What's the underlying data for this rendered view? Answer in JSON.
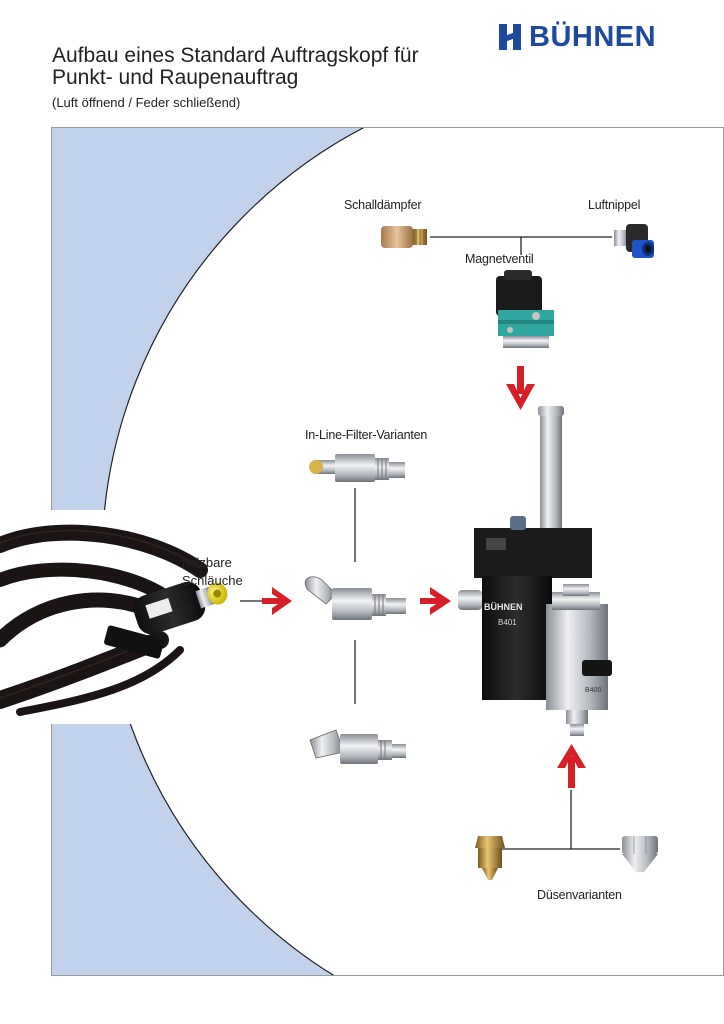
{
  "brand": {
    "name": "BÜHNEN"
  },
  "header": {
    "title_line1": "Aufbau eines Standard Auftragskopf für",
    "title_line2": "Punkt- und Raupenauftrag",
    "subtitle": "(Luft öffnend / Feder schließend)"
  },
  "labels": {
    "schalldaempfer": "Schalldämpfer",
    "luftnippel": "Luftnippel",
    "magnetventil": "Magnetventil",
    "inline_filter": "In-Line-Filter-Varianten",
    "heizbare_line1": "heizbare",
    "heizbare_line2": "Schläuche",
    "duesen": "Düsenvarianten"
  },
  "head_text": {
    "brand": "BÜHNEN",
    "model": "B401",
    "nozzle_block": "B400"
  },
  "colors": {
    "brand_blue": "#1d4a9c",
    "panel_blue": "#c2d2ec",
    "arrow_red": "#d61f26"
  },
  "icons": [
    "arrow-down-icon",
    "arrow-right-icon",
    "arrow-up-icon"
  ]
}
